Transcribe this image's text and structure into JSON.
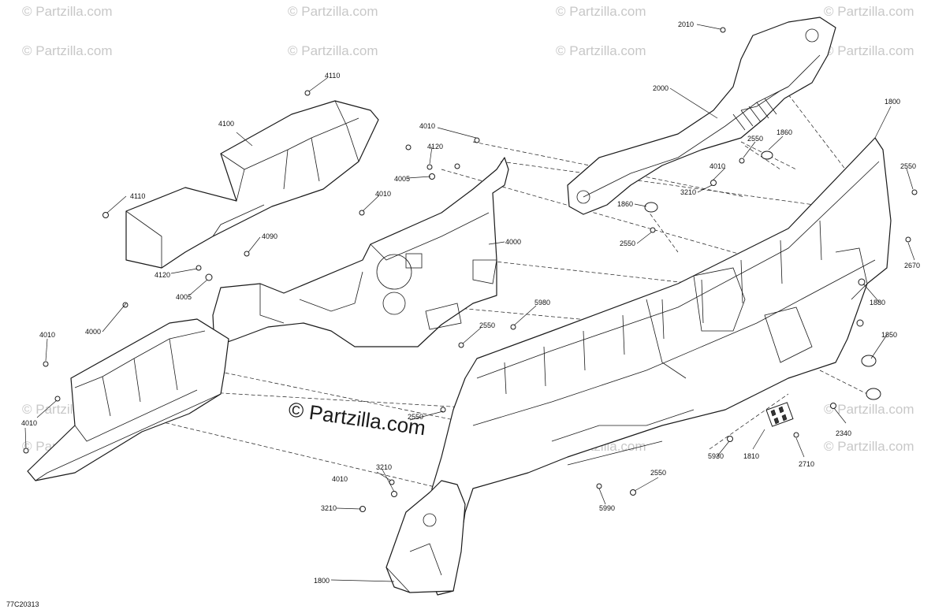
{
  "watermark": {
    "text": "© Partzilla.com",
    "center_text": "© Partzilla.com"
  },
  "diagram_code": "77C20313",
  "callouts": {
    "c2010": "2010",
    "c2000": "2000",
    "c1800_top": "1800",
    "c1860_a": "1860",
    "c2550_a": "2550",
    "c4010_r": "4010",
    "c3210_r": "3210",
    "c1860_b": "1860",
    "c2550_b": "2550",
    "c2550_r": "2550",
    "c2670": "2670",
    "c1880": "1880",
    "c1850": "1850",
    "c2340": "2340",
    "c2710": "2710",
    "c1810": "1810",
    "c5930": "5930",
    "c2550_c": "2550",
    "c5990": "5990",
    "c5980": "5980",
    "c2550_d": "2550",
    "c2550_e": "2550",
    "c3210_b": "3210",
    "c4010_b": "4010",
    "c3210_c": "3210",
    "c1800_bot": "1800",
    "c4110_top": "4110",
    "c4100": "4100",
    "c4110_l": "4110",
    "c4010_t": "4010",
    "c4120_t": "4120",
    "c4005_t": "4005",
    "c4010_m": "4010",
    "c4000_m": "4000",
    "c4090": "4090",
    "c4120_l": "4120",
    "c4005_l": "4005",
    "c4010_l": "4010",
    "c4000_l": "4000",
    "c4010_ll": "4010"
  }
}
